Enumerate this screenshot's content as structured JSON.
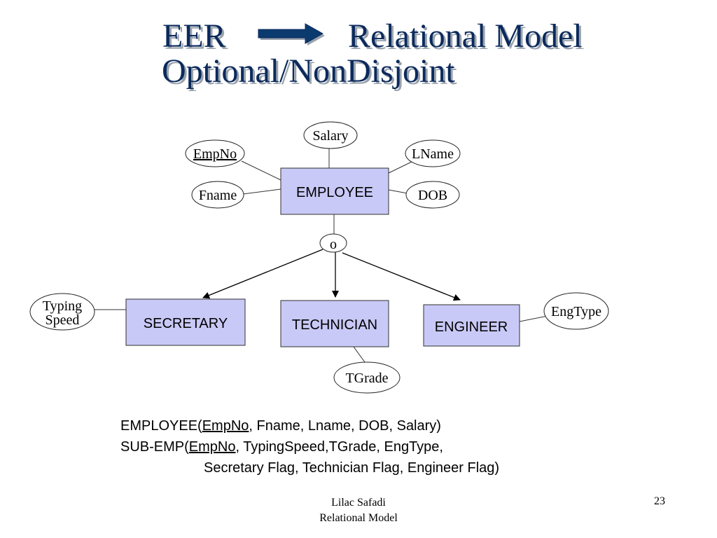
{
  "title": {
    "left": "EER",
    "right": "Relational Model",
    "line2": "Optional/NonDisjoint"
  },
  "entities": {
    "employee": "EMPLOYEE",
    "secretary": "SECRETARY",
    "technician": "TECHNICIAN",
    "engineer": "ENGINEER"
  },
  "attributes": {
    "salary": "Salary",
    "empno": "EmpNo",
    "lname": "LName",
    "fname": "Fname",
    "dob": "DOB",
    "typing_line1": "Typing",
    "typing_line2": "Speed",
    "engtype": "EngType",
    "tgrade": "TGrade"
  },
  "specialization": {
    "symbol": "o"
  },
  "schema": {
    "employee_prefix": "EMPLOYEE(",
    "employee_key": "EmpNo",
    "employee_rest": ", Fname, Lname, DOB, Salary)",
    "subemp_prefix": "SUB-EMP(",
    "subemp_key": "EmpNo",
    "subemp_rest": ", TypingSpeed,TGrade, EngType,",
    "subemp_line2": "Secretary Flag, Technician Flag, Engineer Flag)"
  },
  "footer": {
    "author": "Lilac Safadi",
    "course": "Relational Model",
    "page": "23"
  },
  "colors": {
    "title": "#0b2a5c",
    "entity_fill": "#c9c9f7",
    "arrow_fill": "#0b3a6e"
  }
}
